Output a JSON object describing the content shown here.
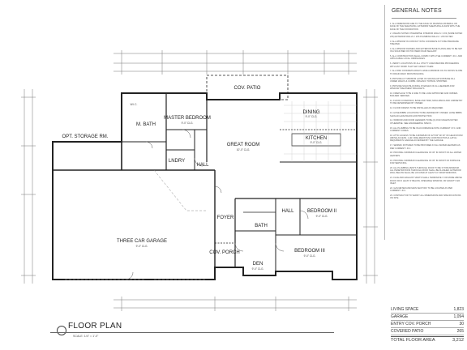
{
  "general_notes": {
    "title": "GENERAL NOTES",
    "items": [
      "1. ALL DIMENSIONS ARE TO THE FACE OF FRAMING MATERIAL OR FACE OF THE SHEATHING. EXTERIOR SHEATHING ALIGNS WITH THE FACE OF THE FOUNDATION.",
      "2. UNLESS NOTED OTHERWISE: INTERIOR WALLS = 2x4 (SOME NOTED 2x6) EXTERIOR WALLS = 2x6 PLUMBING WALLS = 2x6 NOTED",
      "3. ALL WINDOW IN CONTACT WITH CONCRETE IS TO BE PRESSURE TREATED.",
      "4. ALL WINDOW FRAMES AND EXTERIOR BASE PLATES ARE TO BE SET IN A SOLID BED OF POLYMER FOAM SEALANT.",
      "5. ALL CONSTRUCTION SHALL COMPLY WITH THE CURRENT I.R.C. AND APPLICABLE LOCAL ORDINANCES.",
      "6. VERIFY LOCATIONS OF ALL UTILITY LINES BEFORE PROCEEDING WITH ANY WORK THAT MAY AFFECT THEM.",
      "7. ALL RISK CONCRETE WALKS HAVE A MINIMUM OF 2% CROSS SLOPE TO DRAIN AWAY FROM BUILDING.",
      "8. PROVIDE A 6\" MINIMUM LAYER OF GRANULAR SUB BASE FILL UNDER WALKS & CURBS. ORGANIC TOPSOIL STRIPPED.",
      "9. PROVIDE SOLID BLOCKING AT EDGES OF ALL HEADERS FOR WINDOW TREATMENT BRACKETS.",
      "10. FIREPLACE TYPE & SIZE TO BE LOAD APPROVED AND OWNER-BUILDER VERIFIED.",
      "11. FLOOR COVERINGS, BASE AND TRIM, MOULDINGS AND CABINETRY TO BE DETERMINED BY OWNER.",
      "12. FLOOR DRAINS TO BE INSTALLED AS REQUIRED.",
      "13. HOSE BIBBS LOCATIONS TO BE VERIFIED BY OWNER; HOSE BIBBS SHOULD HAVE BACKFLOW PROTECTION.",
      "14. WINDOW AND DOOR HEADERS TO BE (2) 2x10 UNLESS NOTED OTHERWISE. SEE ENGINEERING SPECS.",
      "15. ALL PLUMBING TO BE IN ACCORDANCE WITH CURRENT I.P.C. AND CURRENT CODES.",
      "16. ATTIC ACCESS TO BE A MINIMUM OF 22\"x30\" W/ 30\" OF HEAD ROOM ABOVE ACCESS. 1 HR. FIRE-RESISTIVE CONSTRUCTION & LATCH REQUIRED IN GARAGE ACCESSED BY THE GARAGE.",
      "17. SEISMIC FIXTURES TO BE PROVIDED AT ALL WATER HEATERS AS PER CURRENT I.R.C.",
      "18. PROVIDE A MINIMUM CLEARANCE OF 36\" IN FRONT OF ALL WATER HEATERS.",
      "19. PROVIDE A MINIMUM CLEARANCE OF 36\" IN FRONT OF FURNACE FOR SERVICING.",
      "20. ALL PLUMBING VENTS THROUGH ROOF TO BE 3\" PIPE MINIMUM. ALL PENETRATIONS THROUGH ROOF SHALL BE FLASHED. EXTERIOR WALL BELOW SHALL BE LOCATED AT LEAST 10' FROM WINDOWS.",
      "21. FLUE AND EXHAUST VENTS SHALL TERMINATE 3' OR MORE ABOVE ROOF OR IF LEAST 4' BELOW, OPENABLE WINDOW, OR GRAVITY AIR INLET.",
      "22. GAS METER AND MAIN SHUTOFF TO BE LOCATED AS PER CURRENT I.R.C.",
      "23. CONTRACTOR TO VERIFY ALL DIMENSIONS AND SPECIFICATIONS ON SITE."
    ]
  },
  "rooms": {
    "cov_patio": "COV. PATIO",
    "dining": "DINING",
    "dining_ceiling": "9'-0\" CLG.",
    "master_bedroom": "MASTER BEDROOM",
    "master_ceiling": "9'-0\" CLG.",
    "m_bath": "M. BATH",
    "opt_storage": "OPT. STORAGE RM.",
    "great_room": "GREAT ROOM",
    "great_ceiling": "10'-0\" CLG.",
    "kitchen": "KITCHEN",
    "kitchen_ceiling": "9'-0\" CLG.",
    "lndry": "LNDRY",
    "hall_1": "HALL",
    "three_car_garage": "THREE CAR GARAGE",
    "garage_ceiling": "9'-0\" CLG.",
    "foyer": "FOYER",
    "bath": "BATH",
    "hall_2": "HALL",
    "bedroom_ii": "BEDROOM II",
    "bedroom_ii_ceiling": "9'-0\" CLG.",
    "den": "DEN",
    "den_ceiling": "9'-0\" CLG.",
    "cov_porch": "COV. PORCH",
    "bedroom_iii": "BEDROOM III",
    "bedroom_iii_ceiling": "9'-0\" CLG.",
    "wic": "W.I.C."
  },
  "title_block": {
    "title": "FLOOR PLAN",
    "scale": "SCALE: 1/4\" = 1'-0\""
  },
  "areas": [
    {
      "label": "LIVING SPACE",
      "value": "1,823"
    },
    {
      "label": "GARAGE",
      "value": "1,094"
    },
    {
      "label": "ENTRY COV. PORCH",
      "value": "30"
    },
    {
      "label": "COVERED PATIO",
      "value": "265"
    }
  ],
  "total": {
    "label": "TOTAL FLOOR AREA",
    "value": "3,212"
  }
}
